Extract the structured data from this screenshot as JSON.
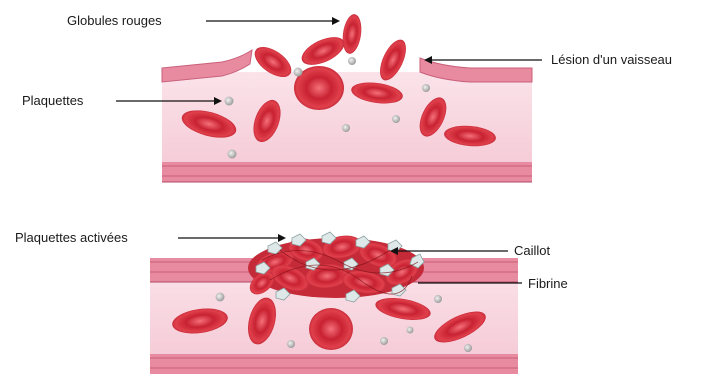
{
  "labels": {
    "globules_rouges": "Globules rouges",
    "lesion": "Lésion d'un vaisseau",
    "plaquettes": "Plaquettes",
    "plaquettes_activees": "Plaquettes activées",
    "caillot": "Caillot",
    "fibrine": "Fibrine"
  },
  "colors": {
    "vessel_wall": "#e07e96",
    "vessel_lumen": "#f9dbe3",
    "red_cell": "#d6303c",
    "red_cell_highlight": "#f05c62",
    "platelet": "#c8c8c8",
    "activated_platelet": "#d9e4e4",
    "arrow": "#111111"
  },
  "panels": {
    "top": "vessel-lesion",
    "bottom": "clot-formation"
  }
}
